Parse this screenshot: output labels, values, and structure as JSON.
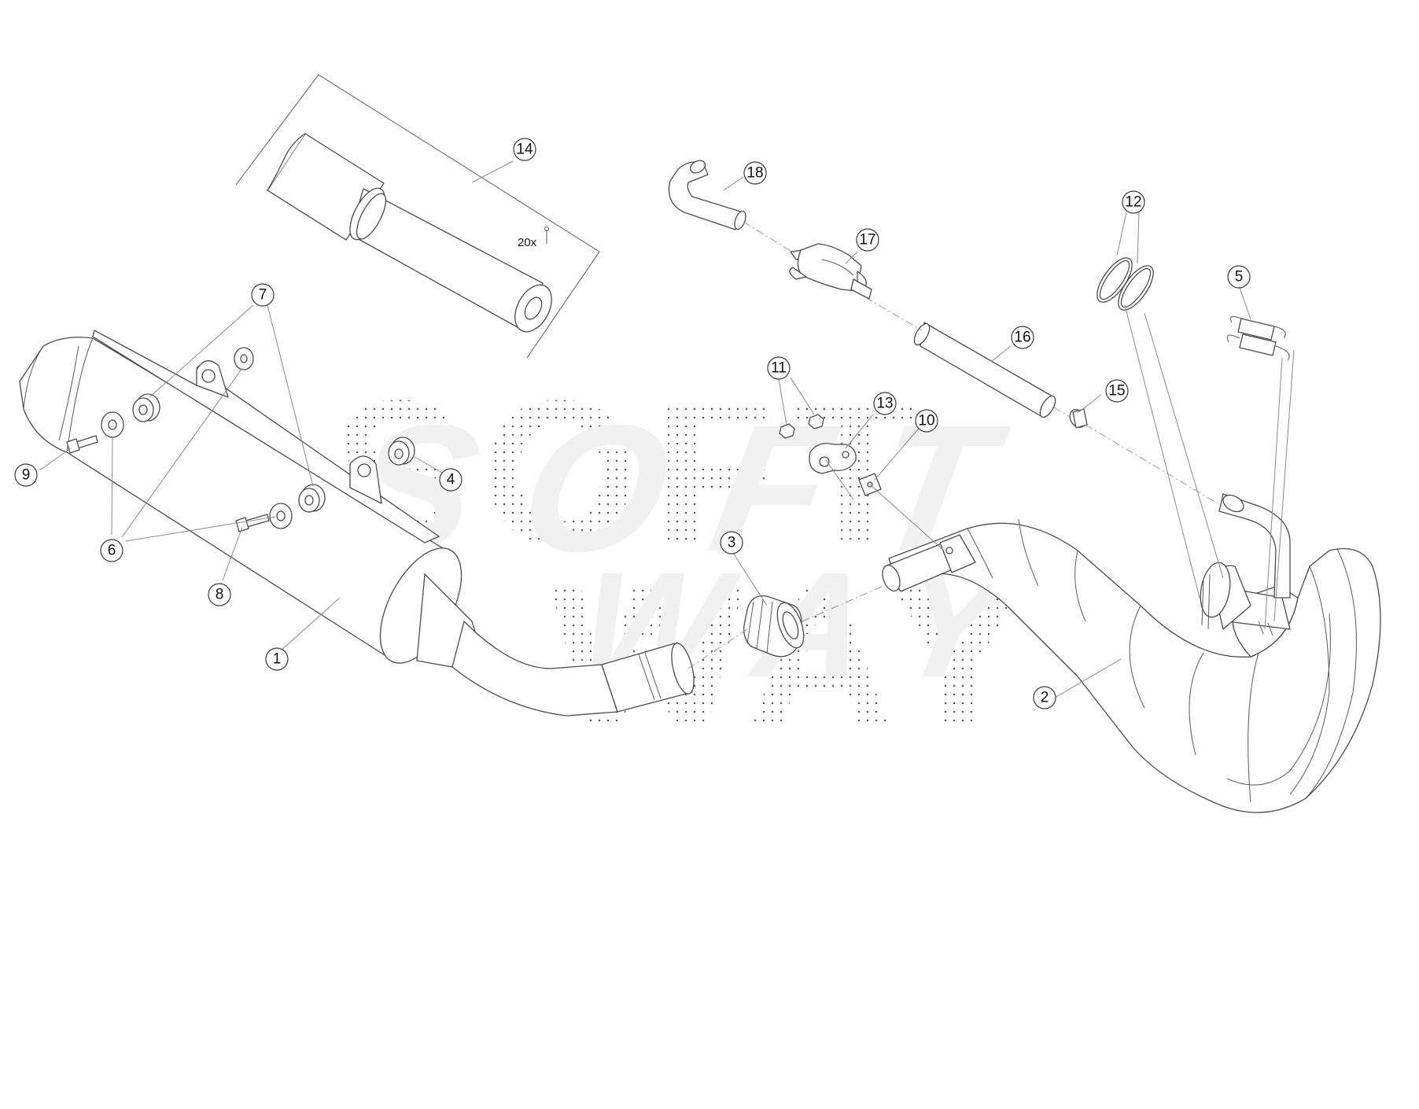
{
  "diagram": {
    "type": "exploded-parts-diagram",
    "callouts": [
      {
        "id": "1",
        "label": "1"
      },
      {
        "id": "2",
        "label": "2"
      },
      {
        "id": "3",
        "label": "3"
      },
      {
        "id": "4",
        "label": "4"
      },
      {
        "id": "5",
        "label": "5"
      },
      {
        "id": "6",
        "label": "6"
      },
      {
        "id": "7",
        "label": "7"
      },
      {
        "id": "8",
        "label": "8"
      },
      {
        "id": "9",
        "label": "9"
      },
      {
        "id": "10",
        "label": "10"
      },
      {
        "id": "11",
        "label": "11"
      },
      {
        "id": "12",
        "label": "12"
      },
      {
        "id": "13",
        "label": "13"
      },
      {
        "id": "14",
        "label": "14"
      },
      {
        "id": "15",
        "label": "15"
      },
      {
        "id": "16",
        "label": "16"
      },
      {
        "id": "17",
        "label": "17"
      },
      {
        "id": "18",
        "label": "18"
      }
    ],
    "kit_note": "20x",
    "watermark": "SOFT WAY",
    "colors": {
      "line": "#4a4a4a",
      "watermark_dots": "#3a3a3a",
      "watermark_fill": "#f1f1f1"
    }
  }
}
